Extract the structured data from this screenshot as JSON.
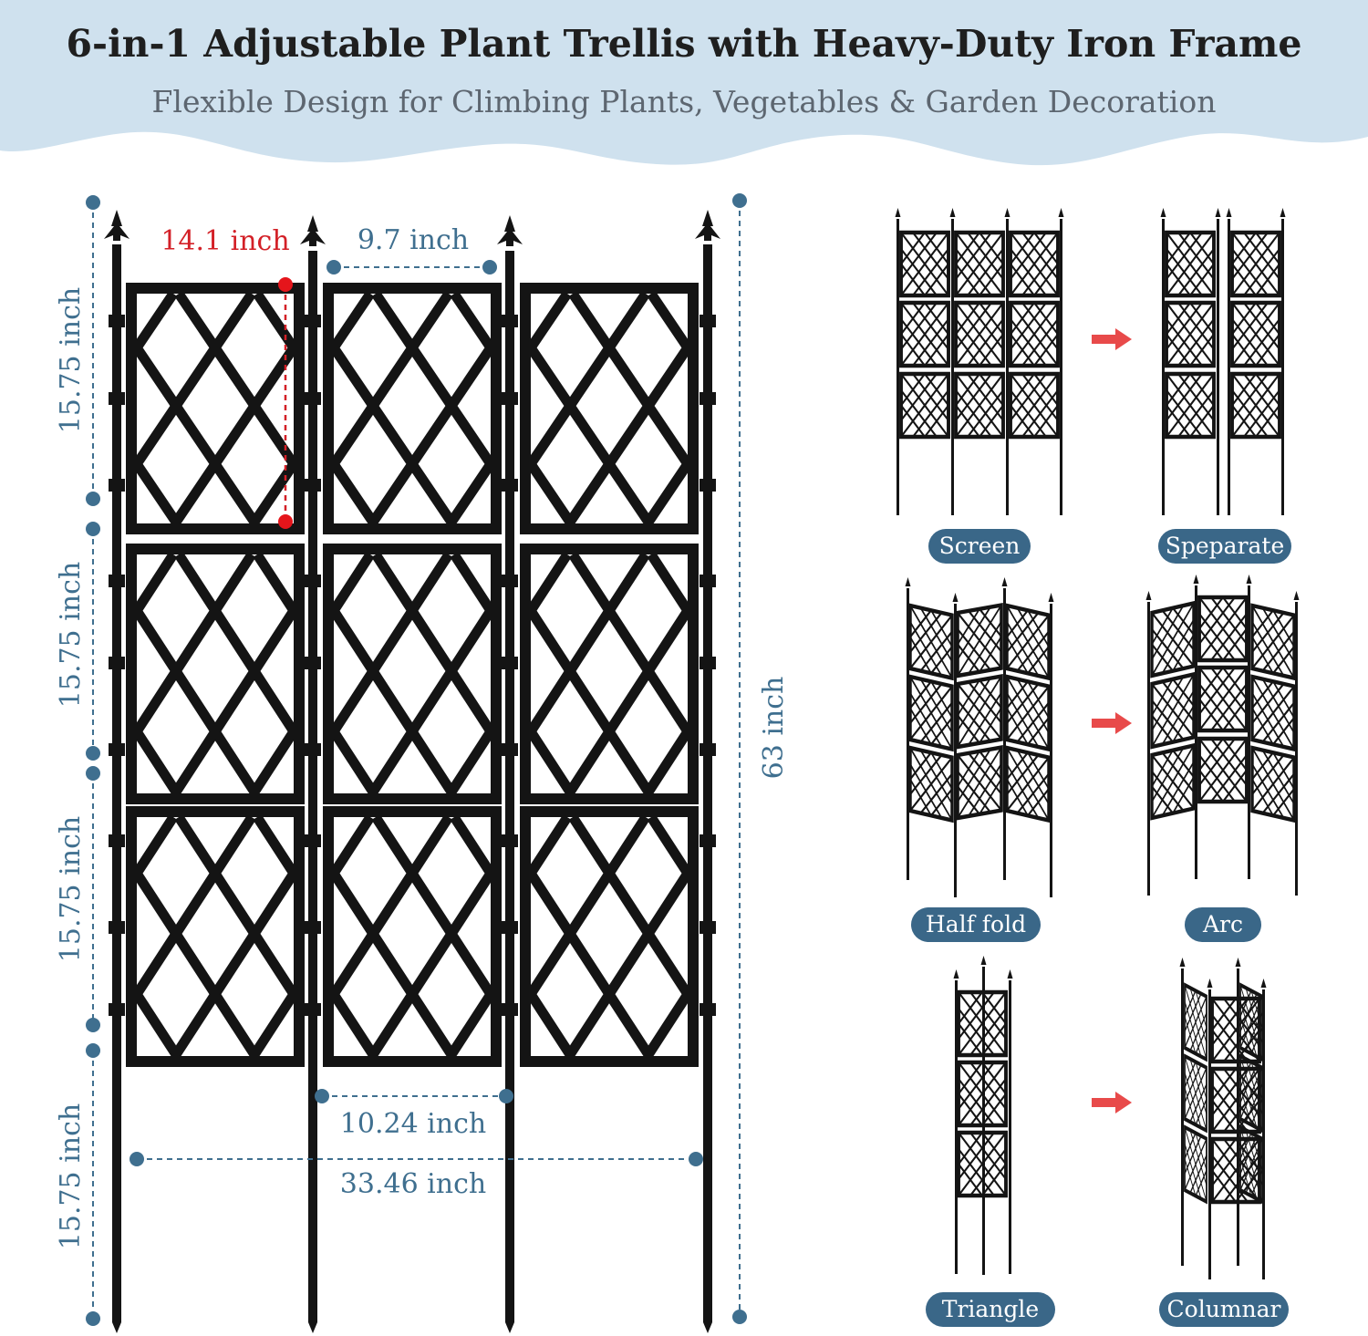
{
  "header": {
    "title": "6-in-1 Adjustable Plant Trellis with Heavy-Duty Iron Frame",
    "subtitle": "Flexible Design for Climbing Plants, Vegetables & Garden Decoration"
  },
  "dimensions": {
    "panel_height": "14.1 inch",
    "top_gap": "9.7 inch",
    "segment_1": "15.75 inch",
    "segment_2": "15.75 inch",
    "segment_3": "15.75 inch",
    "segment_4": "15.75 inch",
    "total_height": "63 inch",
    "bottom_gap": "10.24 inch",
    "total_width": "33.46 inch"
  },
  "modes": [
    {
      "label": "Screen"
    },
    {
      "label": "Speparate"
    },
    {
      "label": "Half fold"
    },
    {
      "label": "Arc"
    },
    {
      "label": "Triangle"
    },
    {
      "label": "Columnar"
    }
  ],
  "colors": {
    "banner": "#cfe1ee",
    "accent_blue": "#3f6f8f",
    "pill": "#3a6788",
    "highlight_red": "#d32027",
    "frame": "#141414"
  }
}
